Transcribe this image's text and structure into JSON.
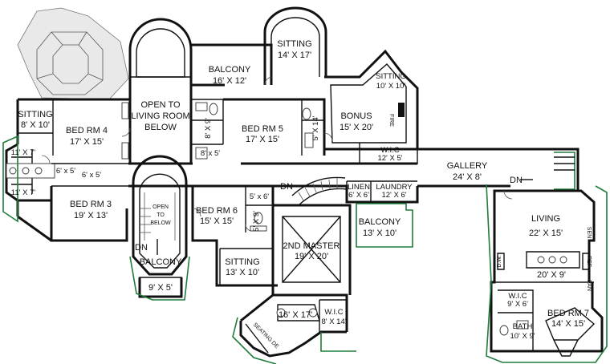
{
  "plan": {
    "wall_color": "#111111",
    "deck_color": "#1e7d3a",
    "rooms": {
      "sitting_top": {
        "name": "SITTING",
        "dim": "14' X 17'"
      },
      "balcony_top": {
        "name": "BALCONY",
        "dim": "16' X 12'"
      },
      "sitting_right": {
        "name": "SITTING",
        "dim": "10' X 10'"
      },
      "open_to_living": {
        "l1": "OPEN TO",
        "l2": "LIVING ROOM",
        "l3": "BELOW"
      },
      "sitting_left": {
        "name": "SITTING",
        "dim": "8' X 10'"
      },
      "bed4": {
        "name": "BED RM 4",
        "dim": "17' X 15'"
      },
      "bed5": {
        "name": "BED RM 5",
        "dim": "17' X 15'"
      },
      "bonus": {
        "name": "BONUS",
        "dim": "15' X 20'"
      },
      "wic_upper": {
        "name": "W.I.C",
        "dim": "12' X 5'"
      },
      "gallery": {
        "name": "GALLERY",
        "dim": "24' X 8'"
      },
      "bed3": {
        "name": "BED RM 3",
        "dim": "19' X 13'"
      },
      "bed6": {
        "name": "BED RM 6",
        "dim": "15' X 15'"
      },
      "open_below": {
        "l1": "OPEN",
        "l2": "TO",
        "l3": "BELOW"
      },
      "linen": {
        "name": "LINEN",
        "dim": "6' X 6'"
      },
      "laundry": {
        "name": "LAUNDRY",
        "dim": "12' X 6'"
      },
      "balcony_mid": {
        "name": "BALCONY",
        "dim": "13' X 10'"
      },
      "master": {
        "name": "2ND MASTER",
        "dim": "19' X 20'"
      },
      "sitting_master": {
        "name": "SITTING",
        "dim": "13' X 10'"
      },
      "balcony_low": {
        "name": "BALCONY",
        "dim": "9' X 5'"
      },
      "living": {
        "name": "LIVING",
        "dim": "22' X 15'"
      },
      "kitchen_dim": {
        "dim": "20' X 9'"
      },
      "wic_low": {
        "name": "W.I.C",
        "dim": "8' X 14'"
      },
      "wic_right": {
        "name": "W.I.C",
        "dim": "9' X 6'"
      },
      "bath_right": {
        "name": "BATH",
        "dim": "10' X 9'"
      },
      "bed7": {
        "name": "BED RM 7",
        "dim": "14' X 15'"
      },
      "master_bath_dim": {
        "dim": "16' X 17'"
      }
    },
    "small_dims": {
      "d_11x7_top": "11' X 7'",
      "d_11x7_bot": "11' X 7'",
      "d_6x5_a": "6' x 5'",
      "d_6x5_b": "6' x 5'",
      "d_8x9": "8' X 9'",
      "d_8x5": "8' x 5'",
      "d_5x14": "5' X 14'",
      "d_5x6": "5' x 6'",
      "d_5x9": "5' X 9'"
    },
    "marks": {
      "dn_stair_left": "DN",
      "dn_stair_mid": "DN",
      "dn_gallery": "DN",
      "fire": "FIRE",
      "ref": "REF",
      "pantry": "PAN",
      "dw": "D.W.",
      "sen": "SEN",
      "seating": "SEATING DE"
    }
  }
}
